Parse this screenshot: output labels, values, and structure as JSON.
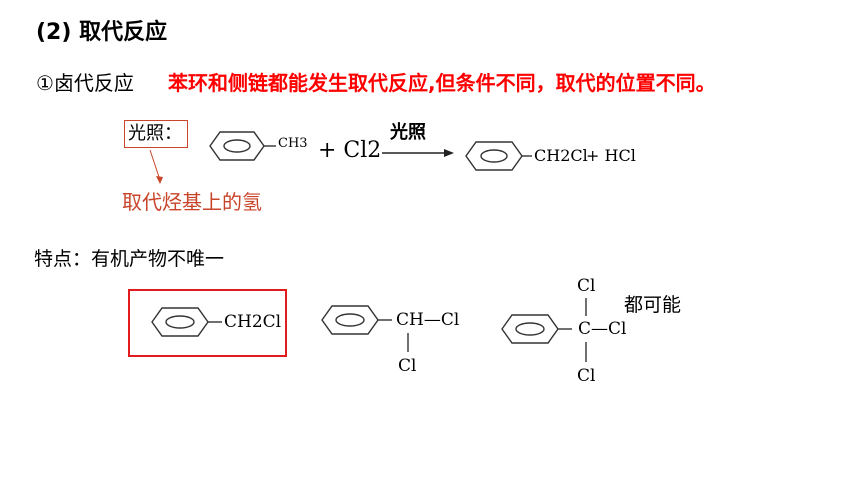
{
  "heading": {
    "title": "(2) 取代反应"
  },
  "section1": {
    "label": "①卤代反应",
    "red_text": "苯环和侧链都能发生取代反应,但条件不同，取代的位置不同。"
  },
  "reaction": {
    "condition_box": "光照：",
    "reactant_group": "CH3",
    "plus_cl2": "+ Cl2",
    "arrow_label": "光照",
    "product_group": "CH2Cl",
    "byproduct": "+ HCl",
    "note": "取代烃基上的氢"
  },
  "feature": {
    "text": "特点：有机产物不唯一"
  },
  "products": {
    "p1_group": "CH2Cl",
    "p2_group": "CH—Cl",
    "p2_bottom": "Cl",
    "p3_top": "Cl",
    "p3_mid": "C—Cl",
    "p3_bottom": "Cl",
    "all_possible": "都可能"
  },
  "colors": {
    "red": "#ff0000",
    "brown_red": "#c8452a",
    "box_red": "#e21c1c"
  }
}
